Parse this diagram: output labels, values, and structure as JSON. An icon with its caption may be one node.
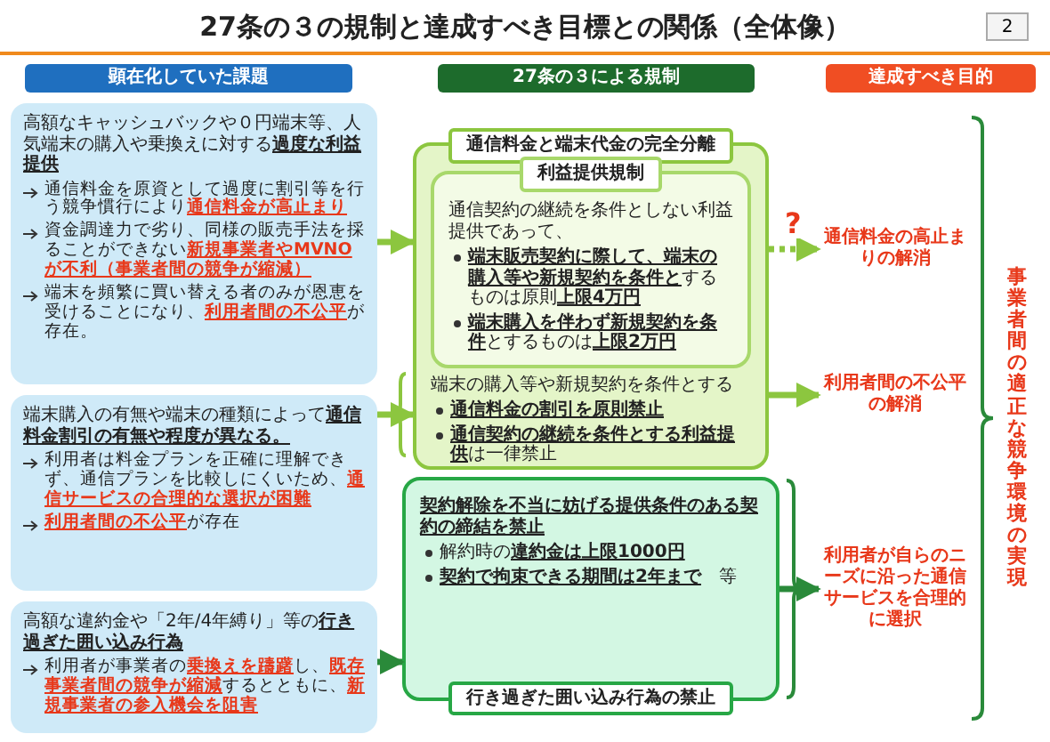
{
  "diagram": {
    "title": "27条の３の規制と達成すべき目標との関係（全体像）",
    "nodes": [
      {
        "text": [
          "顕在化していた課題"
        ]
      },
      {
        "text": [
          "27条の３による規制"
        ]
      },
      {
        "text": [
          "達成すべき目的"
        ]
      },
      {
        "text": [
          "高額なキャッシュバックや０円端末等、人気端末の購入や乗換えに対する**過度な利益提供**",
          "通信料金を原資として過度に割引等を行う競争慣行により**通信料金が高止まり**",
          "資金調達力で劣り、同様の販売手法を採ることができない**新規事業者やMVNOが不利（事業者間の競争が縮減）**",
          "端末を頻繁に買い替える者のみが恩恵を受けることになり、**利用者間の不公平**が存在。"
        ]
      },
      {
        "text": [
          "端末購入の有無や端末の種類によって**通信料金割引の有無や程度が異なる。**",
          "利用者は料金プランを正確に理解できず、通信プランを比較しにくいため、**通信サービスの合理的な選択が困難**",
          "**利用者間の不公平**が存在"
        ]
      },
      {
        "text": [
          "高額な違約金や「2年/4年縛り」等の**行き過ぎた囲い込み行為**",
          "利用者が事業者の**乗換えを躊躇**し、**既存事業者間の競争が縮減**するとともに、**新規事業者の参入機会を阻害**"
        ]
      },
      {
        "text": [
          "通信料金と端末代金の完全分離",
          "端末の購入等や新規契約を条件とする",
          "通信料金の割引を原則禁止",
          "**通信契約の継続を条件とする利益提供**は一律禁止"
        ]
      },
      {
        "text": [
          "利益提供規制",
          "通信契約の継続を条件としない利益提供であって、",
          "**端末販売契約に際して、端末の購入等や新規契約を条件と**するものは原則**上限4万円**",
          "**端末購入を伴わず新規契約を条件**とするものは**上限2万円**"
        ],
        "in": 6
      },
      {
        "text": [
          "契約解除を不当に妨げる提供条件のある契約の締結を禁止",
          "解約時の**違約金は上限1000円**",
          "**契約で拘束できる期間は2年まで**　等",
          "行き過ぎた囲い込み行為の禁止"
        ]
      },
      {
        "text": [
          "通信料金の高止まりの解消"
        ]
      },
      {
        "text": [
          "利用者間の不公平の解消"
        ]
      },
      {
        "text": [
          "利用者が自らのニーズに沿った通信サービスを合理的に選択"
        ]
      },
      {
        "text": [
          "事業者間の適正な競争環境の実現"
        ]
      }
    ],
    "edges": [
      {
        "from": 3,
        "to": 6,
        "arrow": "to"
      },
      {
        "from": 4,
        "to": 6,
        "arrow": "to"
      },
      {
        "from": 5,
        "to": 8,
        "arrow": "to",
        "color": "#2a8a3a"
      },
      {
        "from": 6,
        "to": 9,
        "arrow": "to",
        "label": "?",
        "style": "dashed"
      },
      {
        "from": 6,
        "to": 10,
        "arrow": "to"
      },
      {
        "from": 8,
        "to": 11,
        "arrow": "to",
        "color": "#2a8a3a"
      }
    ],
    "labels": [
      "2"
    ]
  }
}
